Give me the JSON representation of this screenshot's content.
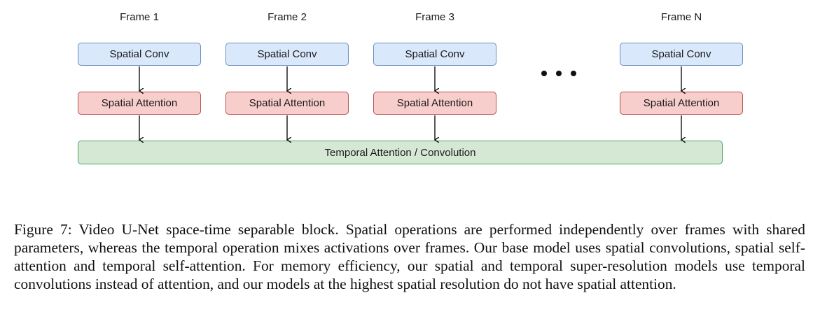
{
  "figure": {
    "frames": [
      {
        "label": "Frame 1",
        "conv": "Spatial Conv",
        "attn": "Spatial Attention"
      },
      {
        "label": "Frame 2",
        "conv": "Spatial Conv",
        "attn": "Spatial Attention"
      },
      {
        "label": "Frame 3",
        "conv": "Spatial Conv",
        "attn": "Spatial Attention"
      },
      {
        "label": "Frame N",
        "conv": "Spatial Conv",
        "attn": "Spatial Attention"
      }
    ],
    "temporal_label": "Temporal Attention / Convolution",
    "colors": {
      "conv_fill": "#dae8fc",
      "conv_border": "#6c8ebf",
      "attn_fill": "#f8cecc",
      "attn_border": "#b85450",
      "temporal_fill": "#d5e8d4",
      "temporal_border": "#52a368"
    }
  },
  "caption": "Figure 7: Video U-Net space-time separable block. Spatial operations are performed independently over frames with shared parameters, whereas the temporal operation mixes activations over frames. Our base model uses spatial convolutions, spatial self-attention and temporal self-attention. For memory efficiency, our spatial and temporal super-resolution models use temporal convolutions instead of attention, and our models at the highest spatial resolution do not have spatial attention."
}
